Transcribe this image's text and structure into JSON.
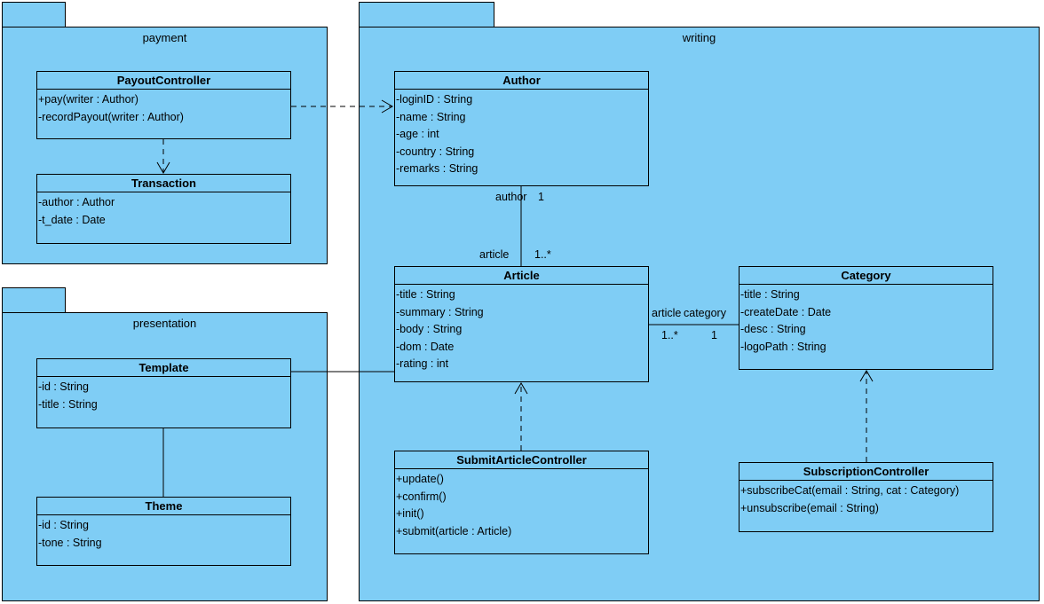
{
  "packages": {
    "payment": "payment",
    "writing": "writing",
    "presentation": "presentation"
  },
  "classes": {
    "payout_controller": {
      "name": "PayoutController",
      "operations": [
        "+pay(writer : Author)",
        "-recordPayout(writer : Author)"
      ]
    },
    "transaction": {
      "name": "Transaction",
      "attributes": [
        "-author : Author",
        "-t_date : Date"
      ]
    },
    "author": {
      "name": "Author",
      "attributes": [
        "-loginID : String",
        "-name : String",
        "-age : int",
        "-country : String",
        "-remarks : String"
      ]
    },
    "article": {
      "name": "Article",
      "attributes": [
        "-title : String",
        "-summary : String",
        "-body : String",
        "-dom : Date",
        "-rating : int"
      ]
    },
    "category": {
      "name": "Category",
      "attributes": [
        "-title : String",
        "-createDate : Date",
        "-desc : String",
        "-logoPath : String"
      ]
    },
    "submit_article_controller": {
      "name": "SubmitArticleController",
      "operations": [
        "+update()",
        "+confirm()",
        "+init()",
        "+submit(article : Article)"
      ]
    },
    "subscription_controller": {
      "name": "SubscriptionController",
      "operations": [
        "+subscribeCat(email : String, cat : Category)",
        "+unsubscribe(email : String)"
      ]
    },
    "template": {
      "name": "Template",
      "attributes": [
        "-id : String",
        "-title : String"
      ]
    },
    "theme": {
      "name": "Theme",
      "attributes": [
        "-id : String",
        "-tone : String"
      ]
    }
  },
  "associations": {
    "author_article": {
      "author_role": "author",
      "author_multiplicity": "1",
      "article_role": "article",
      "article_multiplicity": "1..*"
    },
    "article_category": {
      "article_role": "article",
      "article_multiplicity": "1..*",
      "category_role": "category",
      "category_multiplicity": "1"
    }
  },
  "colors": {
    "fill": "#7fcdf5",
    "stroke": "#000000"
  }
}
